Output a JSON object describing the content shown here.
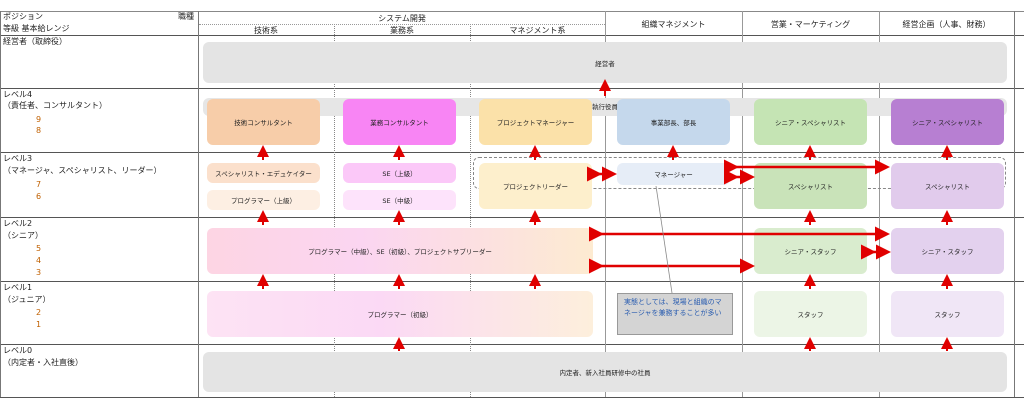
{
  "header": {
    "position_label": "ポジション",
    "job_label": "職種",
    "grade_label": "等級 基本給レンジ",
    "group_label": "システム開発",
    "cols": [
      "技術系",
      "業務系",
      "マネジメント系",
      "組織マネジメント",
      "営業・マーケティング",
      "経営企画（人事、財務）"
    ]
  },
  "rows": {
    "exec": {
      "title": "経営者（取締役）",
      "band": "経営者"
    },
    "l4": {
      "title": "レベル4",
      "sub": "（責任者、コンサルタント）",
      "grades": [
        "9",
        "8"
      ],
      "band": "執行役員",
      "boxes": [
        "技術コンサルタント",
        "業務コンサルタント",
        "プロジェクトマネージャー",
        "事業部長、部長",
        "シニア・スペシャリスト",
        "シニア・スペシャリスト"
      ]
    },
    "l3": {
      "title": "レベル3",
      "sub": "（マネージャ、スペシャリスト、リーダー）",
      "grades": [
        "7",
        "6"
      ],
      "boxes": [
        "スペシャリスト・エデュケイター",
        "プログラマー（上級）",
        "SE（上級）",
        "SE（中級）",
        "プロジェクトリーダー",
        "マネージャー",
        "スペシャリスト",
        "スペシャリスト"
      ]
    },
    "l2": {
      "title": "レベル2",
      "sub": "（シニア）",
      "grades": [
        "5",
        "4",
        "3"
      ],
      "boxes": [
        "プログラマー（中級）、SE（初級）、プロジェクトサブリーダー",
        "シニア・スタッフ",
        "シニア・スタッフ"
      ]
    },
    "l1": {
      "title": "レベル1",
      "sub": "（ジュニア）",
      "grades": [
        "2",
        "1"
      ],
      "boxes": [
        "プログラマー（初級）",
        "スタッフ",
        "スタッフ"
      ],
      "note": "実態としては、現場と組織のマネージャを兼務することが多い"
    },
    "l0": {
      "title": "レベル0",
      "sub": "（内定者・入社直後）",
      "band": "内定者、新入社員研修中の社員"
    }
  },
  "colors": {
    "arrow": "#e00000",
    "grade": "#c06000",
    "note_text": "#2a5db0"
  }
}
